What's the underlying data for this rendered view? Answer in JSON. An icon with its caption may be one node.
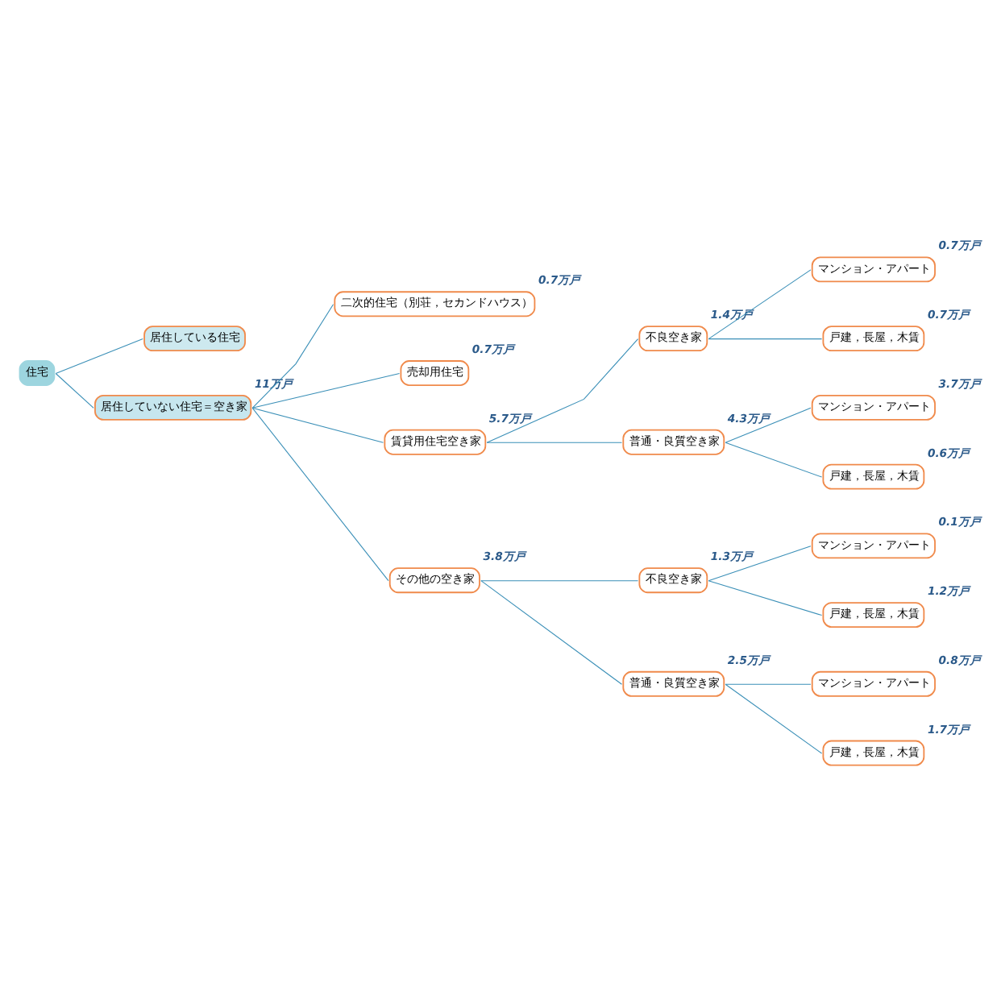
{
  "diagram": {
    "nodes": [
      {
        "text": [
          "住宅"
        ]
      },
      {
        "text": [
          "居住している住宅"
        ]
      },
      {
        "text": [
          "居住していない住宅＝空き家"
        ],
        "beside": [
          "11万戸"
        ]
      },
      {
        "text": [
          "二次的住宅（別荘，セカンドハウス）"
        ],
        "beside": [
          "0.7万戸"
        ]
      },
      {
        "text": [
          "売却用住宅"
        ],
        "beside": [
          "0.7万戸"
        ]
      },
      {
        "text": [
          "賃貸用住宅空き家"
        ],
        "beside": [
          "5.7万戸"
        ]
      },
      {
        "text": [
          "不良空き家"
        ],
        "beside": [
          "1.4万戸"
        ]
      },
      {
        "text": [
          "マンション・アパート"
        ],
        "beside": [
          "0.7万戸"
        ]
      },
      {
        "text": [
          "戸建，長屋，木賃"
        ],
        "beside": [
          "0.7万戸"
        ]
      },
      {
        "text": [
          "普通・良質空き家"
        ],
        "beside": [
          "4.3万戸"
        ]
      },
      {
        "text": [
          "マンション・アパート"
        ],
        "beside": [
          "3.7万戸"
        ]
      },
      {
        "text": [
          "戸建，長屋，木賃"
        ],
        "beside": [
          "0.6万戸"
        ]
      },
      {
        "text": [
          "その他の空き家"
        ],
        "beside": [
          "3.8万戸"
        ]
      },
      {
        "text": [
          "不良空き家"
        ],
        "beside": [
          "1.3万戸"
        ]
      },
      {
        "text": [
          "マンション・アパート"
        ],
        "beside": [
          "0.1万戸"
        ]
      },
      {
        "text": [
          "戸建，長屋，木賃"
        ],
        "beside": [
          "1.2万戸"
        ]
      },
      {
        "text": [
          "普通・良質空き家"
        ],
        "beside": [
          "2.5万戸"
        ]
      },
      {
        "text": [
          "マンション・アパート"
        ],
        "beside": [
          "0.8万戸"
        ]
      },
      {
        "text": [
          "戸建，長屋，木賃"
        ],
        "beside": [
          "1.7万戸"
        ]
      }
    ],
    "edges": [
      {
        "from": 0,
        "to": 1,
        "arrow": "none"
      },
      {
        "from": 0,
        "to": 2,
        "arrow": "none"
      },
      {
        "from": 2,
        "to": 3,
        "arrow": "none"
      },
      {
        "from": 2,
        "to": 4,
        "arrow": "none"
      },
      {
        "from": 2,
        "to": 5,
        "arrow": "none"
      },
      {
        "from": 2,
        "to": 12,
        "arrow": "none"
      },
      {
        "from": 5,
        "to": 6,
        "arrow": "none"
      },
      {
        "from": 5,
        "to": 9,
        "arrow": "none"
      },
      {
        "from": 6,
        "to": 7,
        "arrow": "none"
      },
      {
        "from": 6,
        "to": 8,
        "arrow": "none"
      },
      {
        "from": 9,
        "to": 10,
        "arrow": "none"
      },
      {
        "from": 9,
        "to": 11,
        "arrow": "none"
      },
      {
        "from": 12,
        "to": 13,
        "arrow": "none"
      },
      {
        "from": 12,
        "to": 16,
        "arrow": "none"
      },
      {
        "from": 13,
        "to": 14,
        "arrow": "none"
      },
      {
        "from": 13,
        "to": 15,
        "arrow": "none"
      },
      {
        "from": 16,
        "to": 17,
        "arrow": "none"
      },
      {
        "from": 16,
        "to": 18,
        "arrow": "none"
      }
    ]
  }
}
